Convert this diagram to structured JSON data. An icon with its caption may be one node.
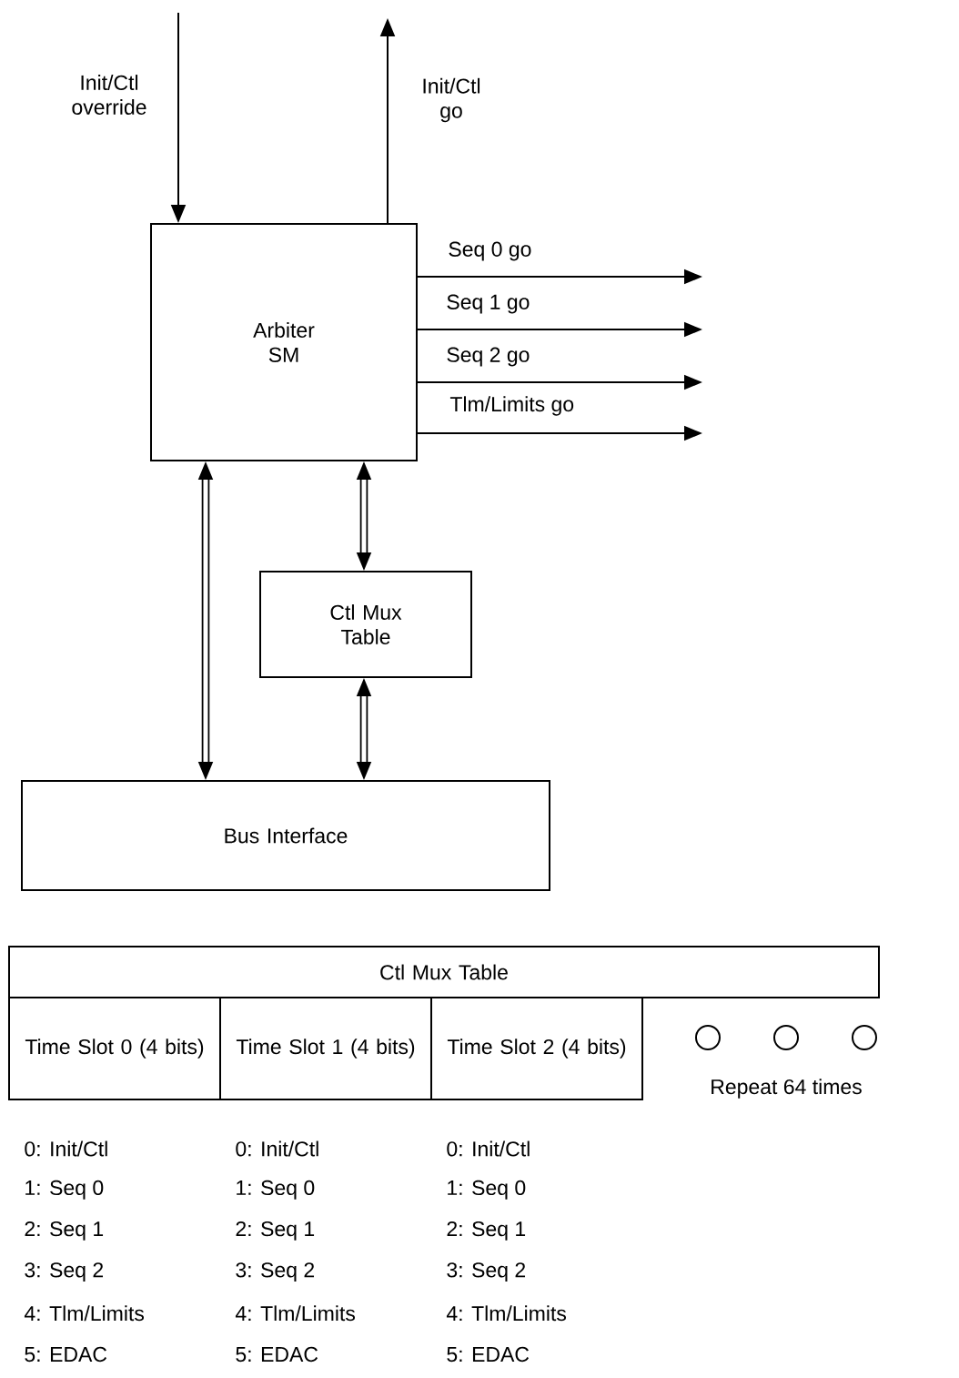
{
  "diagram": {
    "nodes": [
      {
        "text": [
          "Arbiter SM"
        ]
      },
      {
        "text": [
          "Ctl Mux Table"
        ]
      },
      {
        "text": [
          "Bus Interface"
        ]
      },
      {
        "text": [
          "Ctl Mux Table"
        ]
      },
      {
        "text": [
          "Time Slot 0 (4 bits)"
        ],
        "beside": [
          "0: Init/Ctl",
          "1: Seq 0",
          "2: Seq 1",
          "3: Seq 2",
          "4: Tlm/Limits",
          "5: EDAC"
        ]
      },
      {
        "text": [
          "Time Slot 1 (4 bits)"
        ],
        "beside": [
          "0: Init/Ctl",
          "1: Seq 0",
          "2: Seq 1",
          "3: Seq 2",
          "4: Tlm/Limits",
          "5: EDAC"
        ]
      },
      {
        "text": [
          "Time Slot 2 (4 bits)"
        ],
        "beside": [
          "0: Init/Ctl",
          "1: Seq 0",
          "2: Seq 1",
          "3: Seq 2",
          "4: Tlm/Limits",
          "5: EDAC"
        ]
      }
    ],
    "edges": [
      {
        "from": null,
        "to": 0,
        "arrow": "to",
        "label": "Init/Ctl override"
      },
      {
        "from": 0,
        "to": null,
        "arrow": "to",
        "label": "Init/Ctl go"
      },
      {
        "from": 0,
        "to": null,
        "arrow": "to",
        "label": "Seq 0 go"
      },
      {
        "from": 0,
        "to": null,
        "arrow": "to",
        "label": "Seq 1 go"
      },
      {
        "from": 0,
        "to": null,
        "arrow": "to",
        "label": "Seq 2 go"
      },
      {
        "from": 0,
        "to": null,
        "arrow": "to",
        "label": "Tlm/Limits go"
      },
      {
        "from": 2,
        "to": 0,
        "arrow": "both",
        "style": "thick"
      },
      {
        "from": 1,
        "to": 0,
        "arrow": "both",
        "style": "thick"
      },
      {
        "from": 2,
        "to": 1,
        "arrow": "both",
        "style": "thick"
      }
    ],
    "labels": [
      "Repeat 64 times"
    ]
  }
}
